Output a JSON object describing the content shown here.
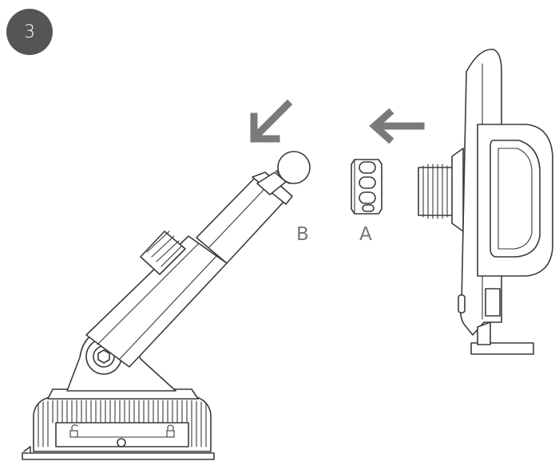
{
  "step": {
    "number": "3"
  },
  "labels": {
    "part_a": "A",
    "part_b": "B"
  },
  "icons": {
    "arrow_diagonal": "arrow-down-left-icon",
    "arrow_left": "arrow-left-icon",
    "unlock": "unlock-icon",
    "lock": "lock-icon"
  },
  "colors": {
    "badge": "#555555",
    "arrow": "#7a7a7a",
    "line": "#3a3a3a",
    "label": "#777777"
  }
}
